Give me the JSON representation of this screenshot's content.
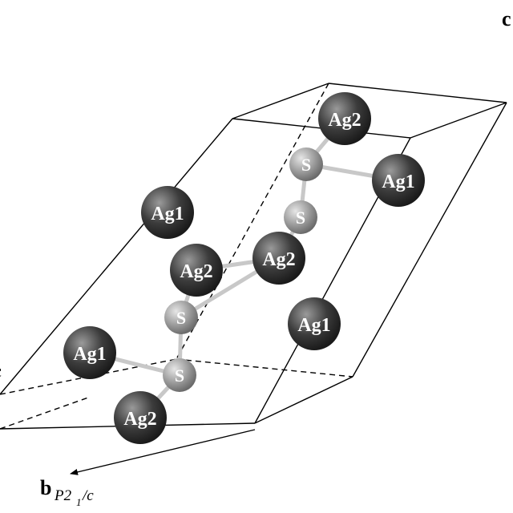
{
  "figure": {
    "axes": {
      "c": {
        "label": "c"
      },
      "b": {
        "label": "b",
        "subscript_main": "P2",
        "subscript_index": "1",
        "subscript_rest": "/c"
      },
      "a": {
        "label": "c"
      }
    },
    "atoms": [
      {
        "id": "ag2-top",
        "label": "Ag2",
        "element": "Ag"
      },
      {
        "id": "ag1-upper-right",
        "label": "Ag1",
        "element": "Ag"
      },
      {
        "id": "ag1-left",
        "label": "Ag1",
        "element": "Ag"
      },
      {
        "id": "ag2-mid-left",
        "label": "Ag2",
        "element": "Ag"
      },
      {
        "id": "ag2-mid-right",
        "label": "Ag2",
        "element": "Ag"
      },
      {
        "id": "ag1-right",
        "label": "Ag1",
        "element": "Ag"
      },
      {
        "id": "ag1-lower-left",
        "label": "Ag1",
        "element": "Ag"
      },
      {
        "id": "ag2-bottom",
        "label": "Ag2",
        "element": "Ag"
      },
      {
        "id": "s-top",
        "label": "S",
        "element": "S"
      },
      {
        "id": "s-upper",
        "label": "S",
        "element": "S"
      },
      {
        "id": "s-mid",
        "label": "S",
        "element": "S"
      },
      {
        "id": "s-lower",
        "label": "S",
        "element": "S"
      }
    ],
    "colors": {
      "ag_highlight": "#9a9a9a",
      "ag_shadow": "#1a1a1a",
      "s_highlight": "#dcdcdc",
      "s_shadow": "#6a6a6a",
      "bond": "#c8c8c8",
      "cell_edge": "#000000"
    }
  }
}
